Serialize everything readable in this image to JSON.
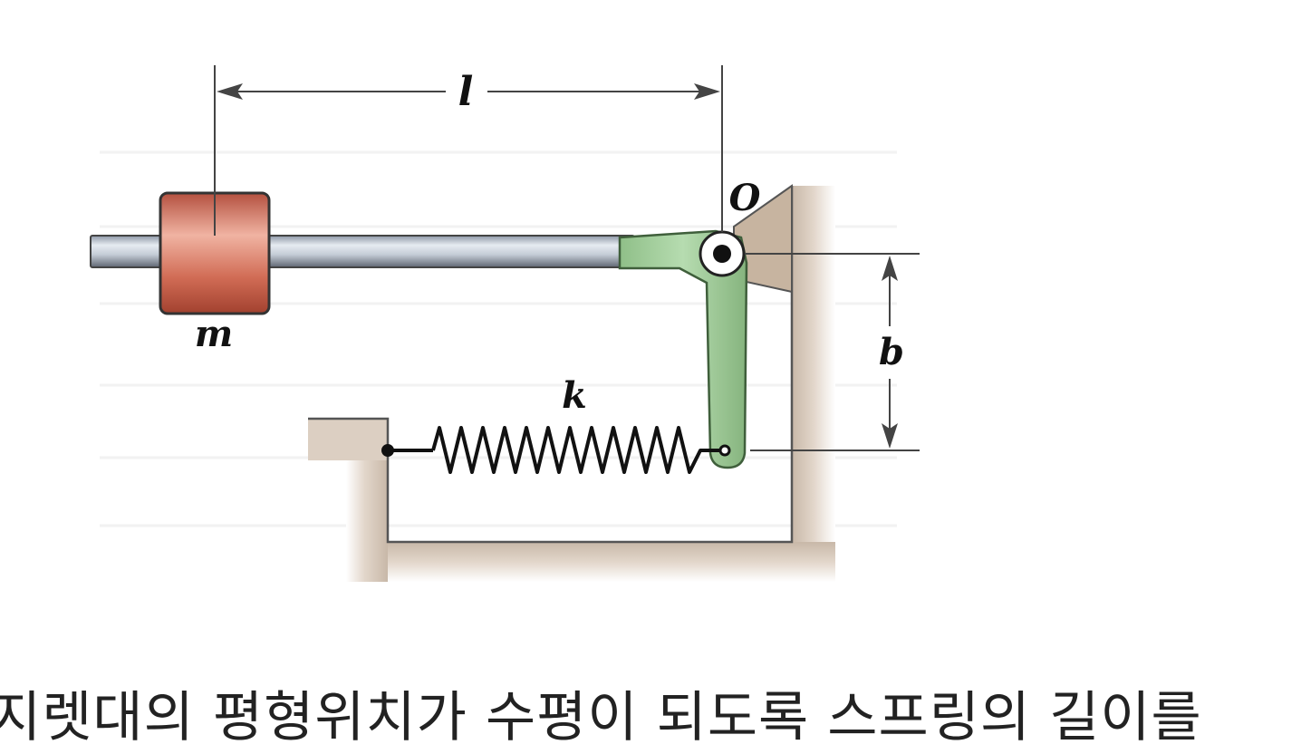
{
  "diagram": {
    "labels": {
      "length": "l",
      "pivot": "O",
      "mass": "m",
      "spring": "k",
      "offset": "b"
    },
    "colors": {
      "mass_block": "#c9644f",
      "rod": "#b9c3cf",
      "lever": "#9fca9a",
      "support": "#d9cbbd",
      "spring": "#111111"
    }
  },
  "caption": {
    "text": "지렛대의 평형위치가 수평이 되도록 스프링의 길이를"
  }
}
